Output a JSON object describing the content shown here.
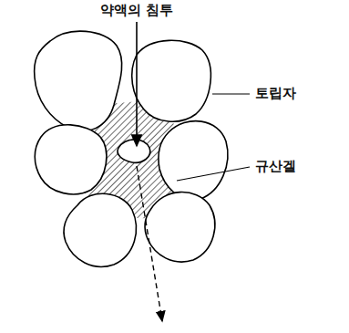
{
  "diagram": {
    "labels": [
      "약액의 침투",
      "토립자",
      "규산겔"
    ]
  }
}
